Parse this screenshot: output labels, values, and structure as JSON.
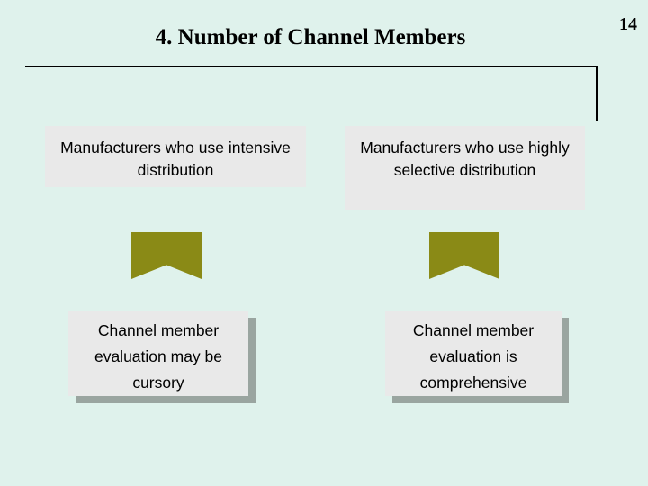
{
  "slide": {
    "number": "14",
    "title": "4. Number of Channel Members",
    "background_color": "#dff2ec",
    "boxes": {
      "top_left": "Manufacturers who use intensive distribution",
      "top_right": "Manufacturers who use highly selective distribution",
      "bottom_left": "Channel member evaluation may be cursory",
      "bottom_right": "Channel member evaluation is comprehensive"
    },
    "arrows": {
      "left": "down-chevron-arrow",
      "right": "down-chevron-arrow",
      "color": "#8a8a16"
    },
    "box_fill_color": "#e9e9e9",
    "shadow_color": "#9aa5a0"
  }
}
